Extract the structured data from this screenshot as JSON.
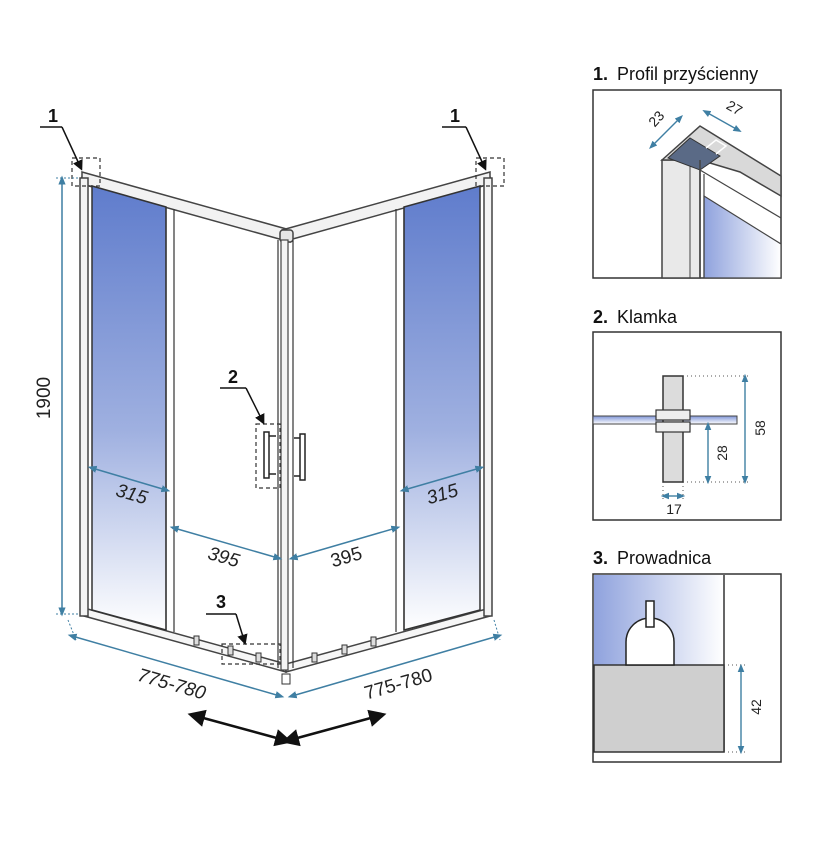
{
  "colors": {
    "accent_dim": "#3f7fa3",
    "glass_blue": "#6d86cf",
    "frame": "#555555"
  },
  "main": {
    "height_label": "1900",
    "fixed_left_label": "315",
    "fixed_right_label": "315",
    "door_left_label": "395",
    "door_right_label": "395",
    "width_left_label": "775-780",
    "width_right_label": "775-780",
    "callouts": {
      "c1_left": "1",
      "c1_right": "1",
      "c2": "2",
      "c3": "3"
    }
  },
  "details": {
    "profile": {
      "number": "1.",
      "title": "Profil przyścienny",
      "dim_a": "23",
      "dim_b": "27"
    },
    "handle": {
      "number": "2.",
      "title": "Klamka",
      "dim_total": "58",
      "dim_half": "28",
      "dim_width": "17"
    },
    "guide": {
      "number": "3.",
      "title": "Prowadnica",
      "dim_height": "42"
    }
  }
}
